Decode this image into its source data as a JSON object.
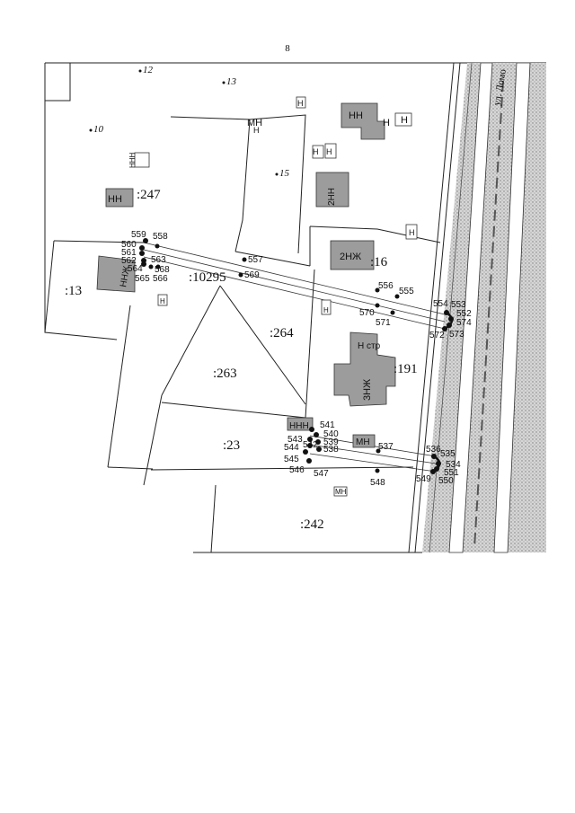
{
  "page_number": "8",
  "street_label": "ул. Ломо",
  "plots": [
    ":247",
    ":13",
    ":10295",
    ":16",
    ":264",
    ":263",
    ":191",
    ":23",
    ":242"
  ],
  "house_numbers": [
    "12",
    "13",
    "10",
    "15"
  ],
  "building_labels": [
    "НН",
    "Н",
    "МН",
    "Н",
    "НН",
    "Н",
    "Н",
    "2НН",
    "Н",
    "Н",
    "2НЖ",
    "ННН",
    "ННЖ",
    "Н",
    "Н",
    "Н",
    "3НЖ",
    "Н стр",
    "ННН",
    "МН",
    "МН"
  ],
  "points": [
    "559",
    "558",
    "560",
    "561",
    "562",
    "563",
    "564",
    "568",
    "565",
    "566",
    "557",
    "569",
    "556",
    "555",
    "554",
    "553",
    "552",
    "574",
    "570",
    "571",
    "572",
    "573",
    "541",
    "540",
    "543",
    "539",
    "542",
    "538",
    "544",
    "545",
    "546",
    "547",
    "537",
    "536",
    "535",
    "534",
    "551",
    "549",
    "550",
    "548"
  ],
  "colors": {
    "building": "#9c9c9c",
    "road": "#c8c8c8",
    "line": "#222222"
  }
}
